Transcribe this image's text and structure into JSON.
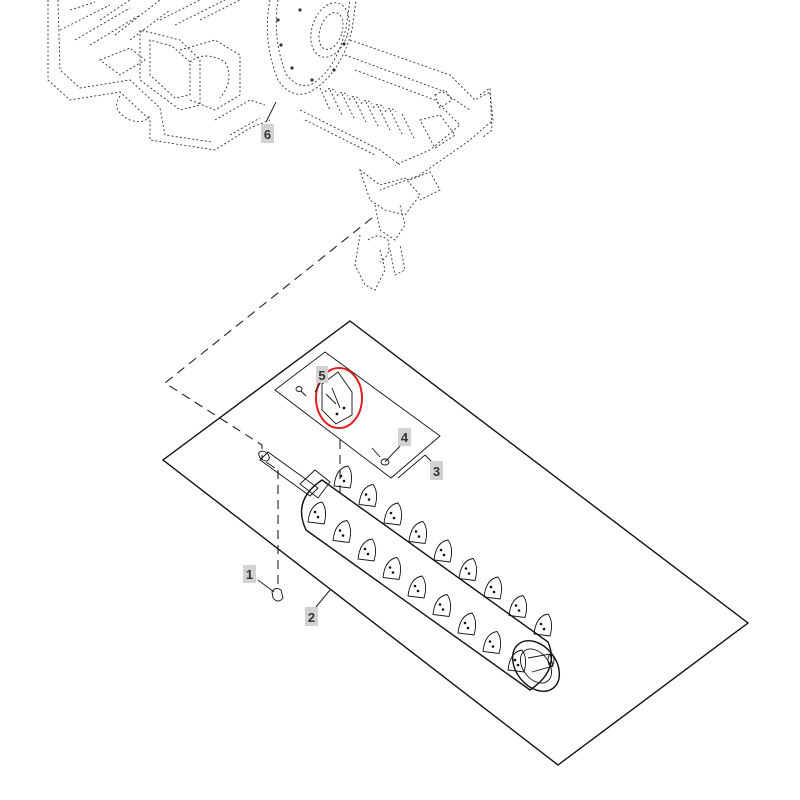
{
  "callouts": [
    {
      "id": "1",
      "label": "1"
    },
    {
      "id": "2",
      "label": "2"
    },
    {
      "id": "3",
      "label": "3"
    },
    {
      "id": "4",
      "label": "4"
    },
    {
      "id": "5",
      "label": "5"
    },
    {
      "id": "6",
      "label": "6"
    }
  ],
  "highlight_color": "#e02020",
  "callout_bg_color": "#d2d2d2",
  "line_color": "#111111"
}
